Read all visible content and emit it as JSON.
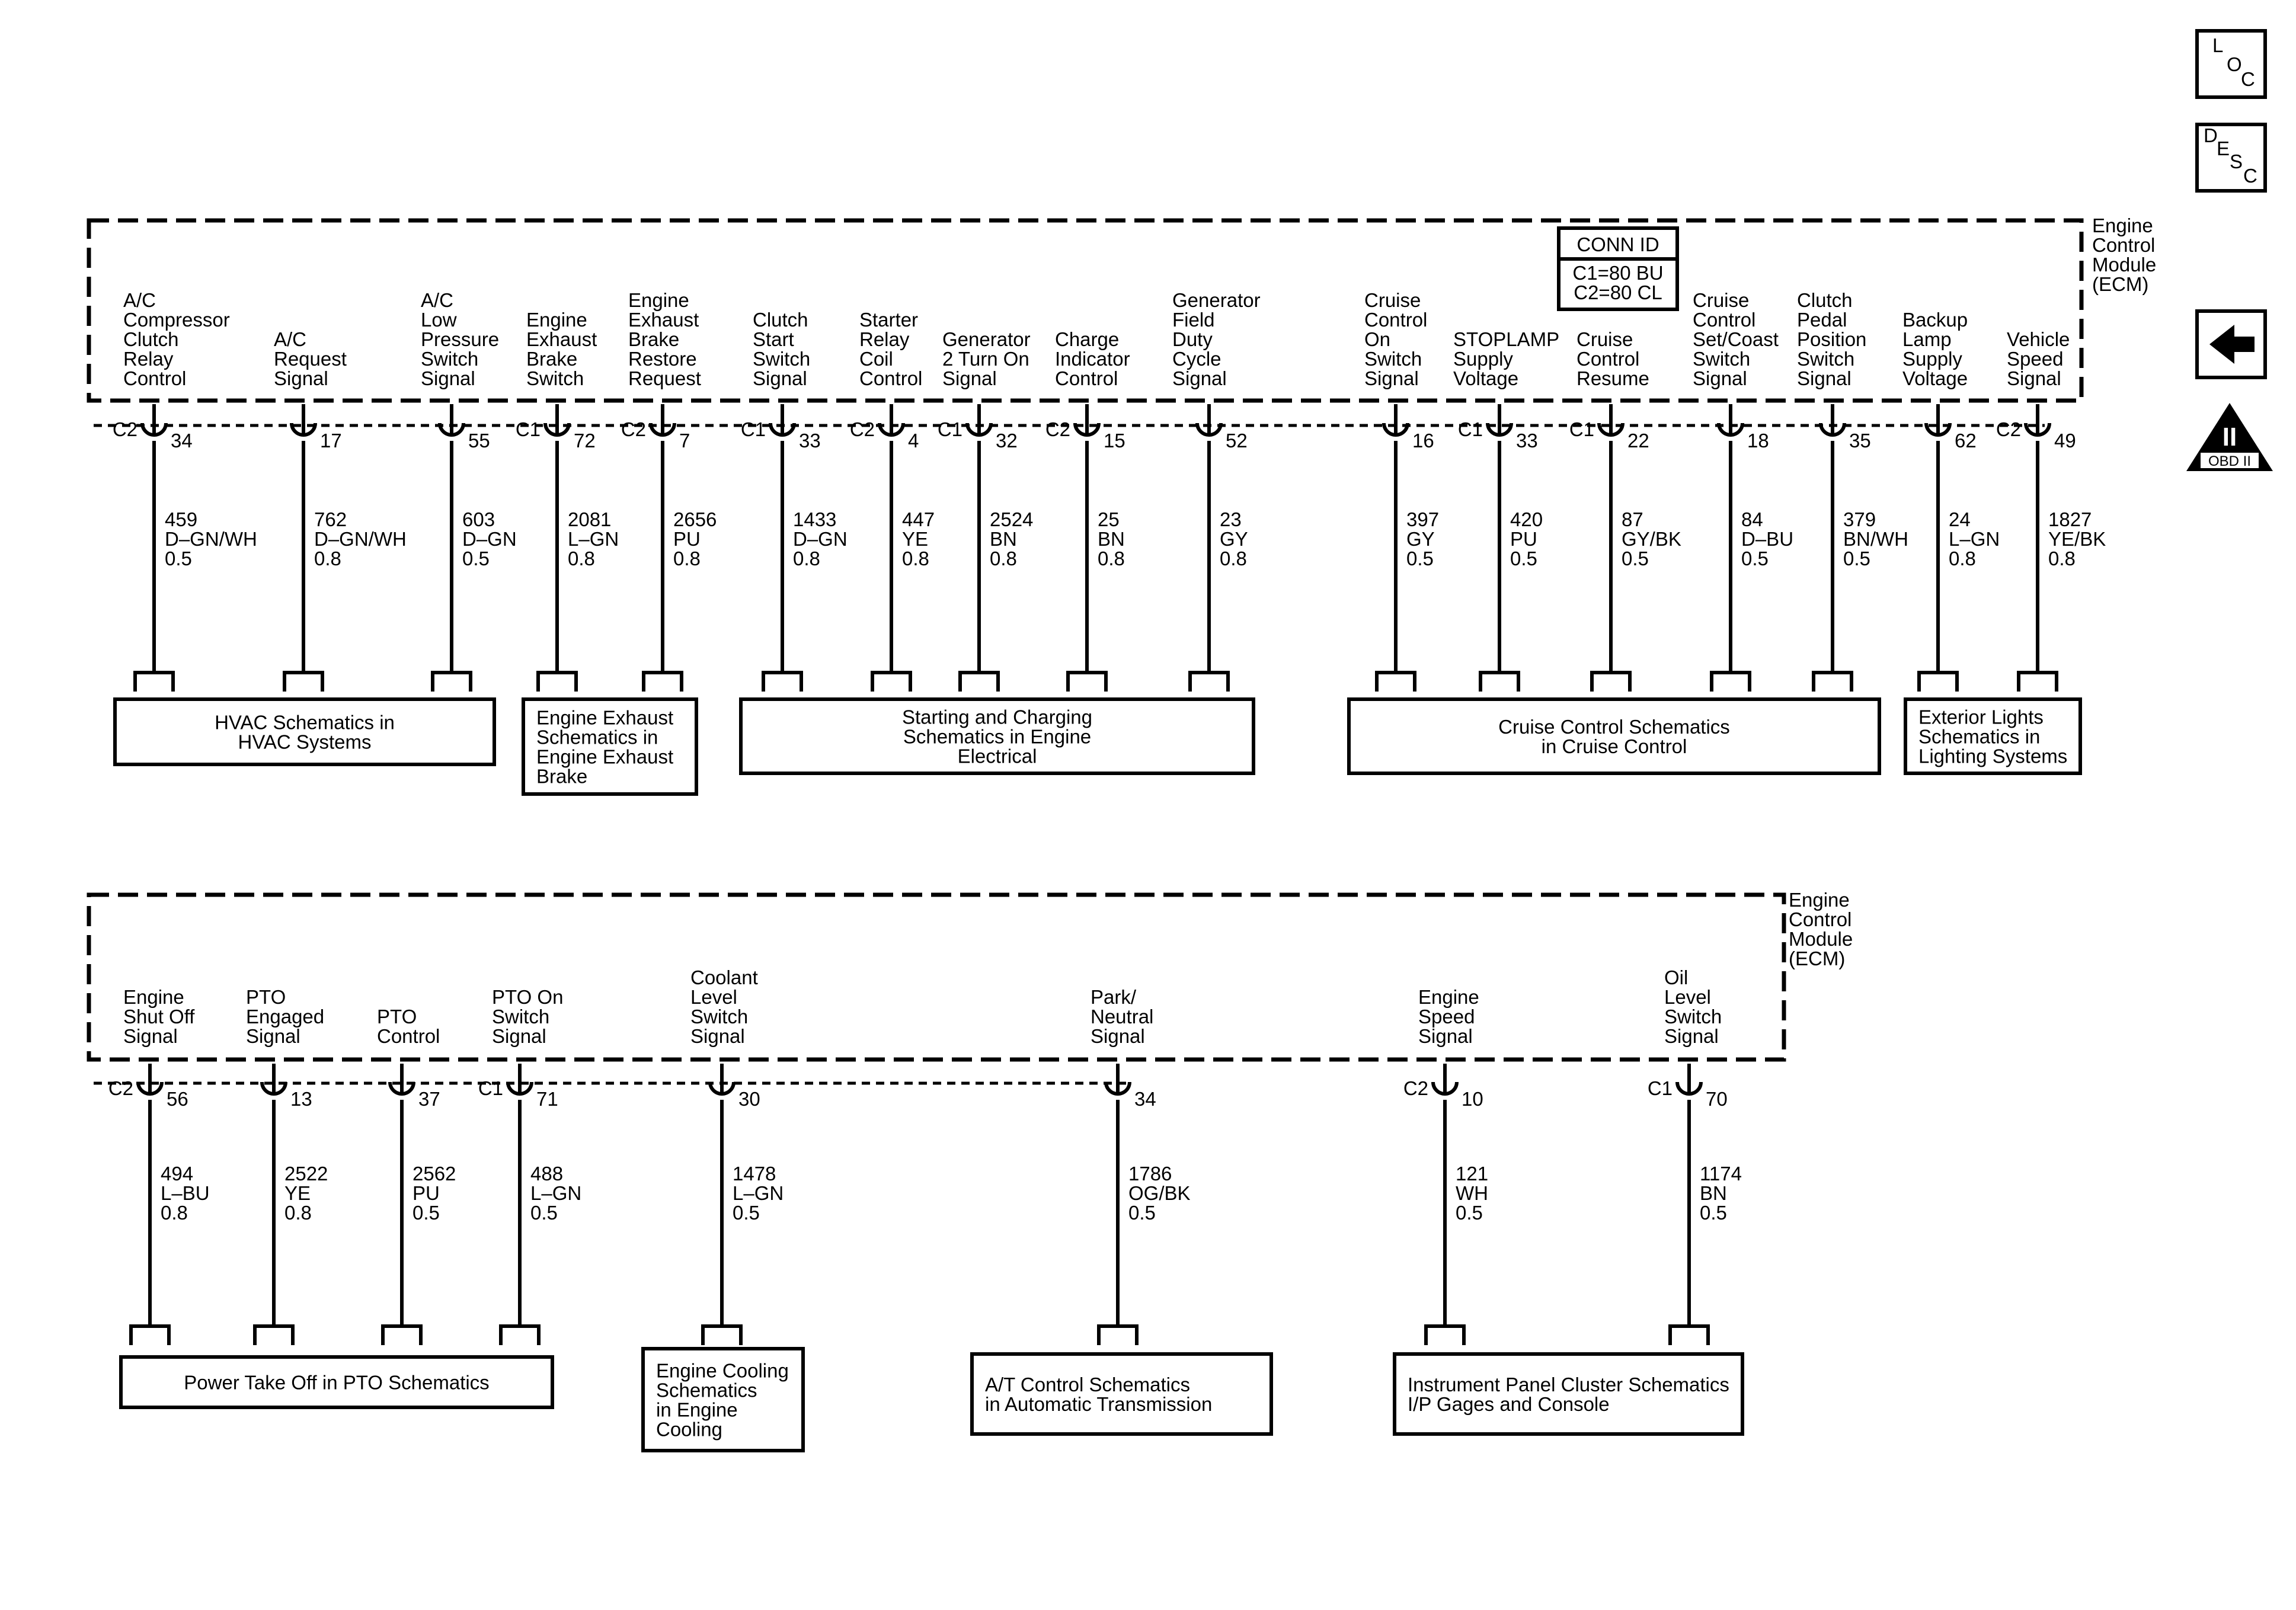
{
  "side_icons": {
    "loc": [
      "L",
      "O",
      "C"
    ],
    "desc": [
      "D",
      "E",
      "S",
      "C"
    ],
    "obd": "OBD II",
    "obd_roman": "II"
  },
  "conn_id": {
    "title": "CONN ID",
    "lines": [
      "C1=80 BU",
      "C2=80 CL"
    ]
  },
  "top_module": {
    "label": [
      "Engine",
      "Control",
      "Module",
      "(ECM)"
    ],
    "pins": [
      {
        "function": [
          "A/C",
          "Compressor",
          "Clutch",
          "Relay",
          "Control"
        ],
        "connector": "C2",
        "pin": "34",
        "circuit": [
          "459",
          "D–GN/WH",
          "0.5"
        ]
      },
      {
        "function": [
          "A/C",
          "Request",
          "Signal"
        ],
        "connector": "",
        "pin": "17",
        "circuit": [
          "762",
          "D–GN/WH",
          "0.8"
        ]
      },
      {
        "function": [
          "A/C",
          "Low",
          "Pressure",
          "Switch",
          "Signal"
        ],
        "connector": "",
        "pin": "55",
        "circuit": [
          "603",
          "D–GN",
          "0.5"
        ]
      },
      {
        "function": [
          "Engine",
          "Exhaust",
          "Brake",
          "Switch"
        ],
        "connector": "C1",
        "pin": "72",
        "circuit": [
          "2081",
          "L–GN",
          "0.8"
        ]
      },
      {
        "function": [
          "Engine",
          "Exhaust",
          "Brake",
          "Restore",
          "Request"
        ],
        "connector": "C2",
        "pin": "7",
        "circuit": [
          "2656",
          "PU",
          "0.8"
        ]
      },
      {
        "function": [
          "Clutch",
          "Start",
          "Switch",
          "Signal"
        ],
        "connector": "C1",
        "pin": "33",
        "circuit": [
          "1433",
          "D–GN",
          "0.8"
        ]
      },
      {
        "function": [
          "Starter",
          "Relay",
          "Coil",
          "Control"
        ],
        "connector": "C2",
        "pin": "4",
        "circuit": [
          "447",
          "YE",
          "0.8"
        ]
      },
      {
        "function": [
          "Generator",
          "2 Turn On",
          "Signal"
        ],
        "connector": "C1",
        "pin": "32",
        "circuit": [
          "2524",
          "BN",
          "0.8"
        ]
      },
      {
        "function": [
          "Charge",
          "Indicator",
          "Control"
        ],
        "connector": "C2",
        "pin": "15",
        "circuit": [
          "25",
          "BN",
          "0.8"
        ]
      },
      {
        "function": [
          "Generator",
          "Field",
          "Duty",
          "Cycle",
          "Signal"
        ],
        "connector": "",
        "pin": "52",
        "circuit": [
          "23",
          "GY",
          "0.8"
        ]
      },
      {
        "function": [
          "Cruise",
          "Control",
          "On",
          "Switch",
          "Signal"
        ],
        "connector": "",
        "pin": "16",
        "circuit": [
          "397",
          "GY",
          "0.5"
        ]
      },
      {
        "function": [
          "STOPLAMP",
          "Supply",
          "Voltage"
        ],
        "connector": "C1",
        "pin": "33",
        "circuit": [
          "420",
          "PU",
          "0.5"
        ]
      },
      {
        "function": [
          "Cruise",
          "Control",
          "Resume"
        ],
        "connector": "C1",
        "pin": "22",
        "circuit": [
          "87",
          "GY/BK",
          "0.5"
        ]
      },
      {
        "function": [
          "Cruise",
          "Control",
          "Set/Coast",
          "Switch",
          "Signal"
        ],
        "connector": "",
        "pin": "18",
        "circuit": [
          "84",
          "D–BU",
          "0.5"
        ]
      },
      {
        "function": [
          "Clutch",
          "Pedal",
          "Position",
          "Switch",
          "Signal"
        ],
        "connector": "",
        "pin": "35",
        "circuit": [
          "379",
          "BN/WH",
          "0.5"
        ]
      },
      {
        "function": [
          "Backup",
          "Lamp",
          "Supply",
          "Voltage"
        ],
        "connector": "",
        "pin": "62",
        "circuit": [
          "24",
          "L–GN",
          "0.8"
        ]
      },
      {
        "function": [
          "Vehicle",
          "Speed",
          "Signal"
        ],
        "connector": "C2",
        "pin": "49",
        "circuit": [
          "1827",
          "YE/BK",
          "0.8"
        ]
      }
    ],
    "destinations": [
      {
        "text": [
          "HVAC Schematics in",
          "HVAC Systems"
        ]
      },
      {
        "text": [
          "Engine Exhaust",
          "Schematics in",
          "Engine Exhaust",
          "Brake"
        ]
      },
      {
        "text": [
          "Starting and Charging",
          "Schematics in Engine",
          "Electrical"
        ]
      },
      {
        "text": [
          "Cruise Control Schematics",
          "in Cruise Control"
        ]
      },
      {
        "text": [
          "Exterior Lights",
          "Schematics in",
          "Lighting Systems"
        ]
      }
    ]
  },
  "bottom_module": {
    "label": [
      "Engine",
      "Control",
      "Module",
      "(ECM)"
    ],
    "pins": [
      {
        "function": [
          "Engine",
          "Shut Off",
          "Signal"
        ],
        "connector": "C2",
        "pin": "56",
        "circuit": [
          "494",
          "L–BU",
          "0.8"
        ]
      },
      {
        "function": [
          "PTO",
          "Engaged",
          "Signal"
        ],
        "connector": "",
        "pin": "13",
        "circuit": [
          "2522",
          "YE",
          "0.8"
        ]
      },
      {
        "function": [
          "PTO",
          "Control"
        ],
        "connector": "",
        "pin": "37",
        "circuit": [
          "2562",
          "PU",
          "0.5"
        ]
      },
      {
        "function": [
          "PTO On",
          "Switch",
          "Signal"
        ],
        "connector": "C1",
        "pin": "71",
        "circuit": [
          "488",
          "L–GN",
          "0.5"
        ]
      },
      {
        "function": [
          "Coolant",
          "Level",
          "Switch",
          "Signal"
        ],
        "connector": "",
        "pin": "30",
        "circuit": [
          "1478",
          "L–GN",
          "0.5"
        ]
      },
      {
        "function": [
          "Park/",
          "Neutral",
          "Signal"
        ],
        "connector": "",
        "pin": "34",
        "circuit": [
          "1786",
          "OG/BK",
          "0.5"
        ]
      },
      {
        "function": [
          "Engine",
          "Speed",
          "Signal"
        ],
        "connector": "C2",
        "pin": "10",
        "circuit": [
          "121",
          "WH",
          "0.5"
        ]
      },
      {
        "function": [
          "Oil",
          "Level",
          "Switch",
          "Signal"
        ],
        "connector": "C1",
        "pin": "70",
        "circuit": [
          "1174",
          "BN",
          "0.5"
        ]
      }
    ],
    "destinations": [
      {
        "text": [
          "Power Take Off in PTO Schematics"
        ]
      },
      {
        "text": [
          "Engine Cooling",
          "Schematics",
          "in Engine",
          "Cooling"
        ]
      },
      {
        "text": [
          "A/T Control Schematics",
          "in Automatic Transmission"
        ]
      },
      {
        "text": [
          "Instrument Panel Cluster Schematics",
          "I/P Gages and Console"
        ]
      }
    ]
  }
}
